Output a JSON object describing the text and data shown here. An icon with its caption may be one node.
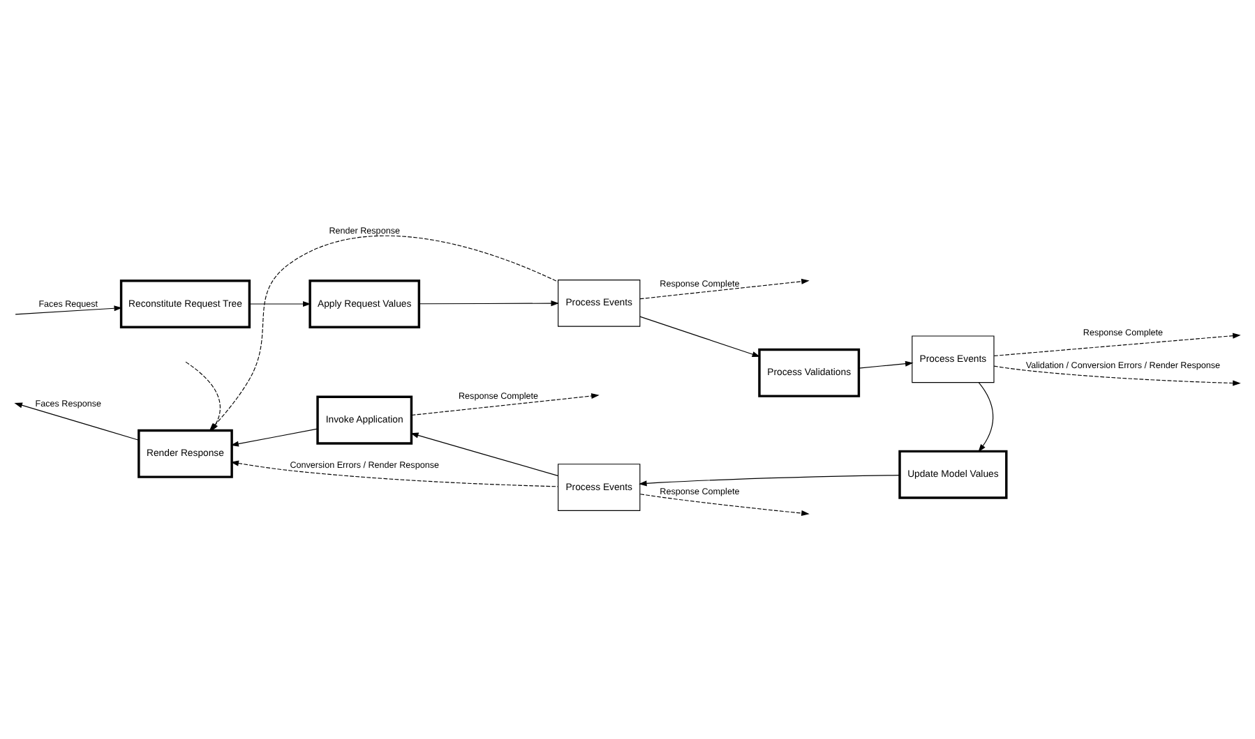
{
  "diagram": {
    "nodes": [
      {
        "text": [
          "Reconstitute Request Tree"
        ]
      },
      {
        "text": [
          "Apply Request Values"
        ]
      },
      {
        "text": [
          "Process Events"
        ]
      },
      {
        "text": [
          "Process Validations"
        ]
      },
      {
        "text": [
          "Process Events"
        ]
      },
      {
        "text": [
          "Update Model Values"
        ]
      },
      {
        "text": [
          "Process Events"
        ]
      },
      {
        "text": [
          "Invoke Application"
        ]
      },
      {
        "text": [
          "Render Response"
        ]
      }
    ],
    "edges": [
      {
        "from": null,
        "to": 0,
        "arrow": "to",
        "label": "Faces Request"
      },
      {
        "from": 0,
        "to": 1,
        "arrow": "to"
      },
      {
        "from": 1,
        "to": 2,
        "arrow": "to"
      },
      {
        "from": 2,
        "to": 3,
        "arrow": "to"
      },
      {
        "from": 3,
        "to": 4,
        "arrow": "to"
      },
      {
        "from": 4,
        "to": 5,
        "arrow": "to"
      },
      {
        "from": 5,
        "to": 6,
        "arrow": "to"
      },
      {
        "from": 6,
        "to": 7,
        "arrow": "to"
      },
      {
        "from": 7,
        "to": 8,
        "arrow": "to"
      },
      {
        "from": 8,
        "to": null,
        "arrow": "to",
        "label": "Faces Response"
      },
      {
        "from": 2,
        "to": null,
        "arrow": "to",
        "label": "Response Complete",
        "style": "dashed"
      },
      {
        "from": 4,
        "to": null,
        "arrow": "to",
        "label": "Response Complete",
        "style": "dashed"
      },
      {
        "from": 2,
        "to": 8,
        "arrow": "to",
        "label": "Render Response",
        "style": "dashed"
      },
      {
        "from": 7,
        "to": null,
        "arrow": "to",
        "label": "Response Complete",
        "style": "dashed"
      },
      {
        "from": 6,
        "to": null,
        "arrow": "to",
        "label": "Response Complete",
        "style": "dashed"
      },
      {
        "from": 6,
        "to": 8,
        "arrow": "to",
        "label": "Conversion Errors / Render Response",
        "style": "dashed"
      },
      {
        "from": 4,
        "to": null,
        "arrow": "to",
        "label": "Validation / Conversion Errors / Render Response",
        "style": "dashed"
      },
      {
        "from": null,
        "to": 8,
        "arrow": "to",
        "style": "dashed"
      }
    ]
  }
}
